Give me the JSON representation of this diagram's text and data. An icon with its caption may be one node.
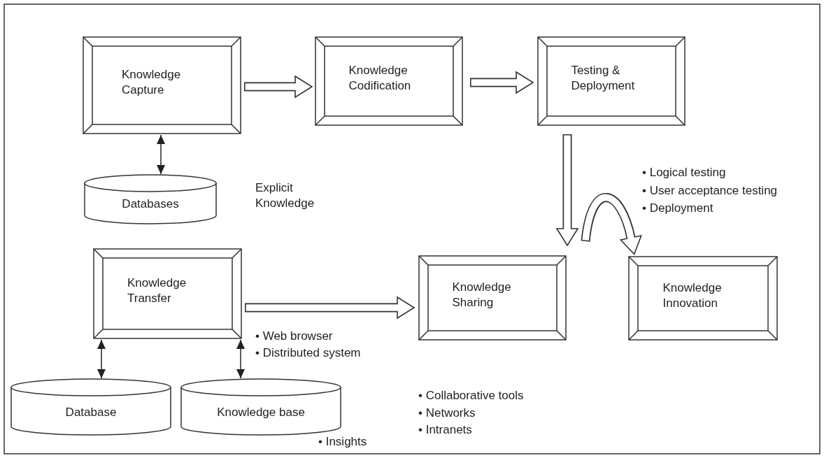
{
  "diagram": {
    "nodes": [
      {
        "text": [
          "Knowledge Capture"
        ]
      },
      {
        "text": [
          "Knowledge Codification"
        ]
      },
      {
        "text": [
          "Testing & Deployment"
        ]
      },
      {
        "text": [
          "Databases"
        ]
      },
      {
        "text": [
          "Knowledge Transfer"
        ]
      },
      {
        "text": [
          "Knowledge Sharing"
        ]
      },
      {
        "text": [
          "Knowledge Innovation"
        ]
      },
      {
        "text": [
          "Database"
        ]
      },
      {
        "text": [
          "Knowledge base"
        ]
      }
    ],
    "edges": [
      {
        "from": 0,
        "to": 1,
        "arrow": "to"
      },
      {
        "from": 1,
        "to": 2,
        "arrow": "to"
      },
      {
        "from": 0,
        "to": 3,
        "arrow": "both"
      },
      {
        "from": 2,
        "to": 5,
        "arrow": "to"
      },
      {
        "from": 5,
        "to": 6,
        "arrow": "to"
      },
      {
        "from": 4,
        "to": 5,
        "arrow": "to"
      },
      {
        "from": 4,
        "to": 7,
        "arrow": "both"
      },
      {
        "from": 4,
        "to": 8,
        "arrow": "both"
      }
    ],
    "labels": [
      "Explicit Knowledge",
      "• Logical testing",
      "• User acceptance testing",
      "• Deployment",
      "• Web browser",
      "• Distributed system",
      "• Collaborative tools",
      "• Networks",
      "• Intranets",
      "• Insights"
    ]
  }
}
